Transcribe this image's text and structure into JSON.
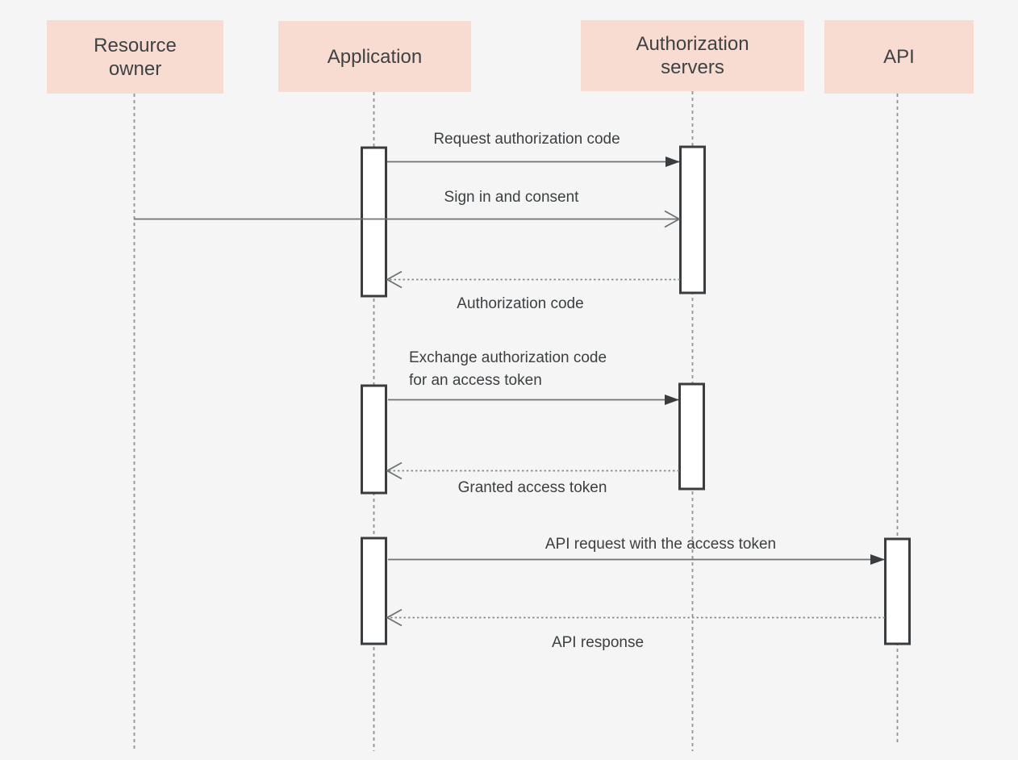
{
  "diagram": {
    "type": "sequence-diagram",
    "participants": [
      {
        "id": "resource-owner",
        "label": "Resource owner",
        "label_lines": [
          "Resource",
          "owner"
        ]
      },
      {
        "id": "application",
        "label": "Application",
        "label_lines": [
          "Application"
        ]
      },
      {
        "id": "authorization-servers",
        "label": "Authorization servers",
        "label_lines": [
          "Authorization",
          "servers"
        ]
      },
      {
        "id": "api",
        "label": "API",
        "label_lines": [
          "API"
        ]
      }
    ],
    "messages": [
      {
        "label": "Request authorization code",
        "lines": [
          "Request authorization code"
        ],
        "from": "Application",
        "to": "Authorization servers",
        "style": "solid",
        "arrowhead": "filled"
      },
      {
        "label": "Sign in and consent",
        "lines": [
          "Sign in and consent"
        ],
        "from": "Resource owner",
        "to": "Authorization servers",
        "style": "solid",
        "arrowhead": "open"
      },
      {
        "label": "Authorization code",
        "lines": [
          "Authorization code"
        ],
        "from": "Authorization servers",
        "to": "Application",
        "style": "dashed",
        "arrowhead": "open"
      },
      {
        "label": "Exchange authorization code for an access token",
        "lines": [
          "Exchange authorization code",
          "for an access token"
        ],
        "from": "Application",
        "to": "Authorization servers",
        "style": "solid",
        "arrowhead": "filled"
      },
      {
        "label": "Granted access token",
        "lines": [
          "Granted access token"
        ],
        "from": "Authorization servers",
        "to": "Application",
        "style": "dashed",
        "arrowhead": "open"
      },
      {
        "label": "API request with the access token",
        "lines": [
          "API request with the access token"
        ],
        "from": "Application",
        "to": "API",
        "style": "solid",
        "arrowhead": "filled"
      },
      {
        "label": "API response",
        "lines": [
          "API response"
        ],
        "from": "API",
        "to": "Application",
        "style": "dashed",
        "arrowhead": "open"
      }
    ],
    "colors": {
      "background": "#f4f5f4",
      "participant_fill": "#f8dcd1",
      "text": "#3f4245",
      "line": "#6f7376",
      "lifeline": "#919497",
      "arrowhead": "#3a3d40",
      "activation_fill": "#ffffff",
      "activation_border": "#3a3d40"
    }
  }
}
